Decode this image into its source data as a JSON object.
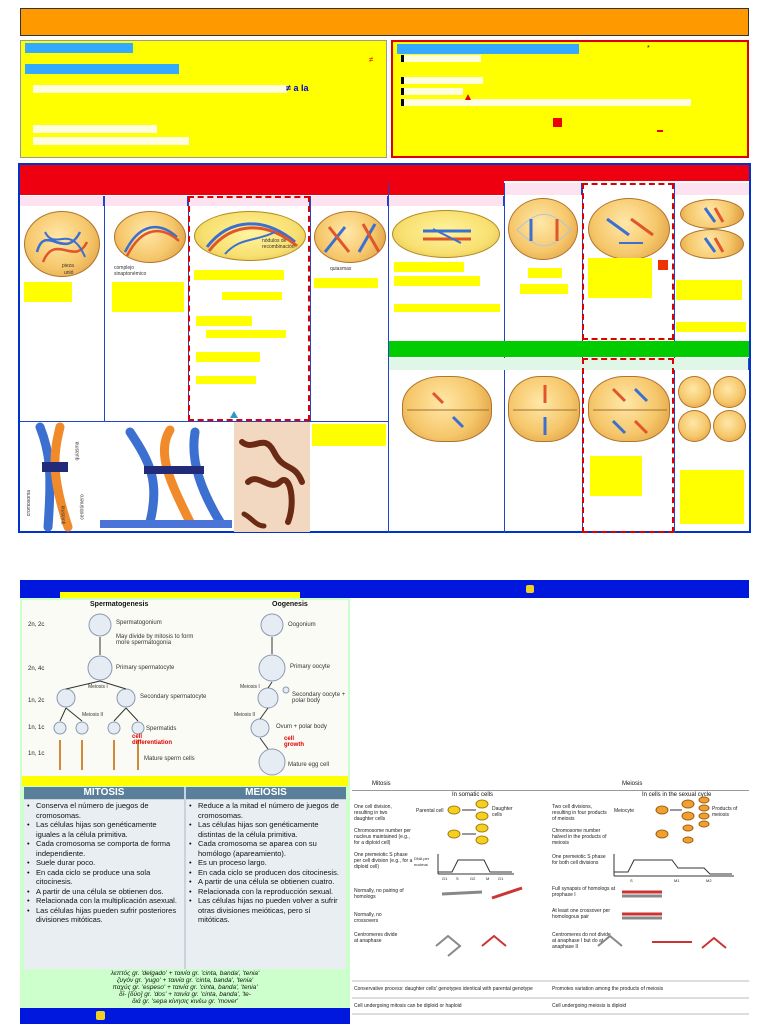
{
  "top_section": {
    "symbol_neq_red": "≠",
    "text_neq_a_la": "≠ a la",
    "symbol_star": "*"
  },
  "meiosis_panels": {
    "labels": {
      "label_1a": "pieza",
      "label_1b": "unió",
      "label_2": "complejo sinaptonémico",
      "label_3": "nódulos de recombinación",
      "label_4": "quiasmas"
    },
    "chromosome_labels": {
      "quiasma_top": "quiasma",
      "quiasma_bottom": "quiasma",
      "centromero": "centrómero",
      "cromosoma": "cromosoma"
    }
  },
  "lower_left": {
    "spermatogenesis_title": "Spermatogenesis",
    "oogenesis_title": "Oogenesis",
    "ploidy": [
      "2n, 2c",
      "2n, 4c",
      "1n, 2c",
      "1n, 1c",
      "1n, 1c"
    ],
    "sperm_labels": {
      "spermatogonium": "Spermatogonium",
      "mitosis_note": "May divide by mitosis to form more spermatogonia",
      "primary": "Primary spermatocyte",
      "meiosis_i": "Meiosis I",
      "secondary": "Secondary spermatocyte",
      "meiosis_ii": "Meiosis II",
      "spermatids": "Spermatids",
      "cell_differentiation": "cell differentiation",
      "mature": "Mature sperm cells"
    },
    "oo_labels": {
      "oogonium": "Oogonium",
      "primary": "Primary oocyte",
      "meiosis_i": "Meiosis I",
      "secondary": "Secondary oocyte + polar body",
      "meiosis_ii": "Meiosis II",
      "ovum": "Ovum + polar body",
      "cell_growth": "cell growth",
      "mature": "Mature egg cell"
    },
    "table": {
      "headers": [
        "MITOSIS",
        "MEIOSIS"
      ],
      "mitosis_rows": [
        "Conserva el número de juegos de cromosomas.",
        "Las células hijas son genéticamente iguales a la célula primitiva.",
        "Cada cromosoma se comporta de forma independiente.",
        "Suele durar poco.",
        "En cada ciclo se produce una sola citocinesis.",
        "A partir de una célula se obtienen dos.",
        "Relacionada con la multiplicación asexual.",
        "Las células hijas pueden sufrir posteriores divisiones mitóticas."
      ],
      "meiosis_rows": [
        "Reduce a la mitad el número de juegos de cromosomas.",
        "Las células hijas son genéticamente distintas de la célula primitiva.",
        "Cada cromosoma se aparea con su homólogo (apareamiento).",
        "Es un proceso largo.",
        "En cada ciclo se producen dos citocinesis.",
        "A partir de una célula se obtienen cuatro.",
        "Relacionada con la reproducción sexual.",
        "Las células hijas no pueden volver a sufrir otras divisiones meióticas, pero sí mitóticas."
      ]
    },
    "etymology": [
      "λεπτός gr. 'delgado' + ταινία gr. 'cinta, banda', 'tenia'",
      "ζυγόν gr. 'yugo' + ταινία gr. 'cinta, banda', 'tenia'",
      "παχύς gr. 'espeso' + ταινία gr. 'cinta, banda', 'tenia'",
      "δί- [δύο] gr. 'dos' + ταινία gr. 'cinta, banda', 'te-",
      "διά gr. 'sepa   κίνησις κινέω gr. 'mover'"
    ]
  },
  "comparison": {
    "mitosis_title": "Mitosis",
    "meiosis_title": "Meiosis",
    "mitosis_sub": "In somatic cells",
    "meiosis_sub": "In cells in the sexual cycle",
    "mitosis_rows": [
      "One cell division, resulting in two daughter cells",
      "Chromosome number per nucleus maintained (e.g., for a diploid cell)",
      "One premeiotic S phase per cell division (e.g., for a diploid cell)",
      "Normally, no pairing of homologs",
      "Normally, no crossovers",
      "Centromeres divide at anaphase"
    ],
    "meiosis_rows": [
      "Two cell divisions, resulting in four products of meiosis",
      "Chromosome number halved in the products of meiosis",
      "One premeiotic S phase for both cell divisions",
      "Full synapsis of homologs at prophase I",
      "At least one crossover per homologous pair",
      "Centromeres do not divide at anaphase I but do at anaphase II"
    ],
    "mitosis_labels": {
      "parental": "Parental cell",
      "daughter": "Daughter cells",
      "dna": "DNA per nucleus",
      "phases": [
        "G1",
        "S",
        "G2",
        "M",
        "G1"
      ]
    },
    "meiosis_labels": {
      "meiocyte": "Meiocyte",
      "products": "Products of meiosis",
      "phases": [
        "S",
        "M1",
        "M2"
      ]
    },
    "footer_left_1": "Conservative process: daughter cells' genotypes identical with parental genotype",
    "footer_right_1": "Promotes variation among the products of meiosis",
    "footer_left_2": "Cell undergoing mitosis can be diploid or haploid",
    "footer_right_2": "Cell undergoing meiosis is diploid"
  }
}
